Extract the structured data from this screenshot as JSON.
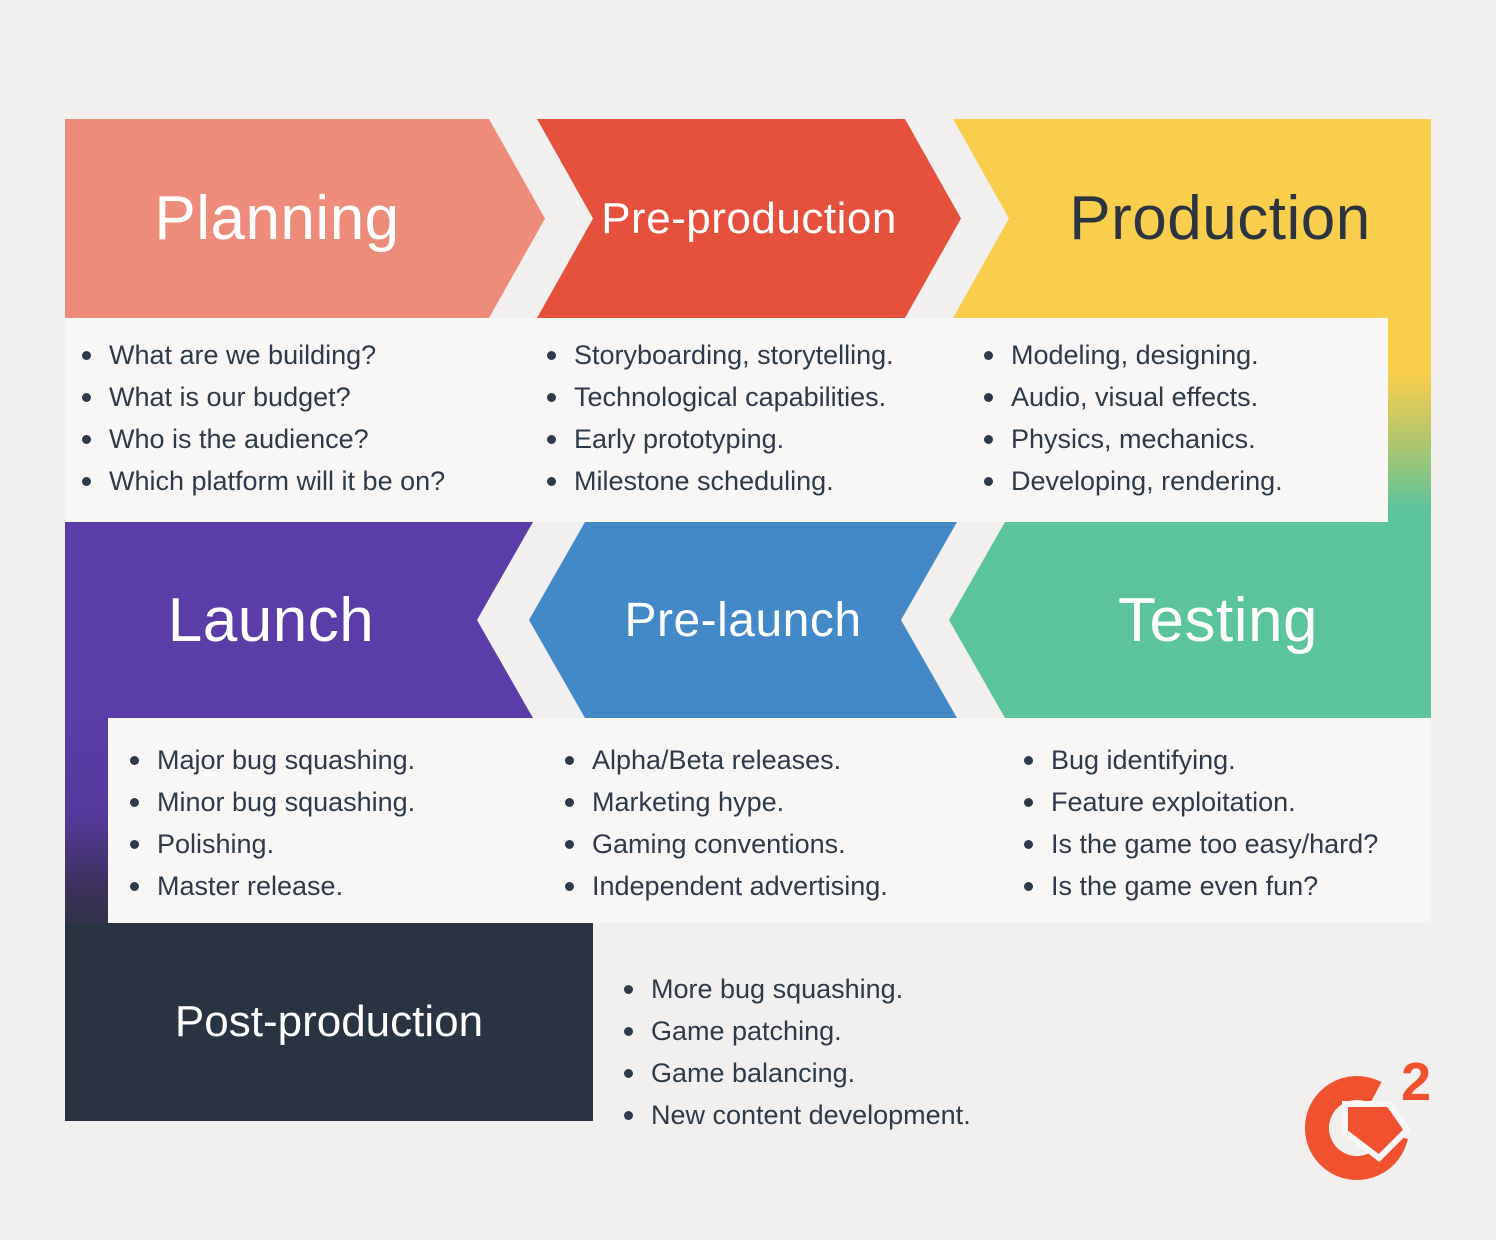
{
  "page": {
    "background": "#F1F0EE",
    "panel_background": "#F8F7F6",
    "bullet_text_color": "#2E3A49"
  },
  "brand": {
    "name": "G2",
    "superscript": "2",
    "color": "#F0512E"
  },
  "connectors": {
    "right_strip_colors": [
      "#F9CE4C",
      "#5BC49B"
    ],
    "left_strip_colors": [
      "#5A3DA7",
      "#2A3341"
    ]
  },
  "stages": [
    {
      "label": "Planning",
      "color": "#ED8C7A",
      "text_color": "#FFFFFF",
      "bullets": [
        "What are we building?",
        "What is our budget?",
        "Who is the audience?",
        "Which platform will it be on?"
      ]
    },
    {
      "label": "Pre-production",
      "color": "#E5513D",
      "text_color": "#FFFFFF",
      "bullets": [
        "Storyboarding, storytelling.",
        "Technological capabilities.",
        "Early prototyping.",
        "Milestone scheduling."
      ]
    },
    {
      "label": "Production",
      "color": "#F9CE4C",
      "text_color": "#2B3440",
      "bullets": [
        "Modeling, designing.",
        "Audio, visual effects.",
        "Physics, mechanics.",
        "Developing, rendering."
      ]
    },
    {
      "label": "Testing",
      "color": "#5BC49B",
      "text_color": "#FFFFFF",
      "bullets": [
        "Bug identifying.",
        "Feature exploitation.",
        "Is the game too easy/hard?",
        "Is the game even fun?"
      ]
    },
    {
      "label": "Pre-launch",
      "color": "#4389C8",
      "text_color": "#FFFFFF",
      "bullets": [
        "Alpha/Beta releases.",
        "Marketing hype.",
        "Gaming conventions.",
        "Independent advertising."
      ]
    },
    {
      "label": "Launch",
      "color": "#5A3DA7",
      "text_color": "#FFFFFF",
      "bullets": [
        "Major bug squashing.",
        "Minor bug squashing.",
        "Polishing.",
        "Master release."
      ]
    },
    {
      "label": "Post-production",
      "color": "#2A3341",
      "text_color": "#FFFFFF",
      "bullets": [
        "More bug squashing.",
        "Game patching.",
        "Game balancing.",
        "New content development."
      ]
    }
  ]
}
